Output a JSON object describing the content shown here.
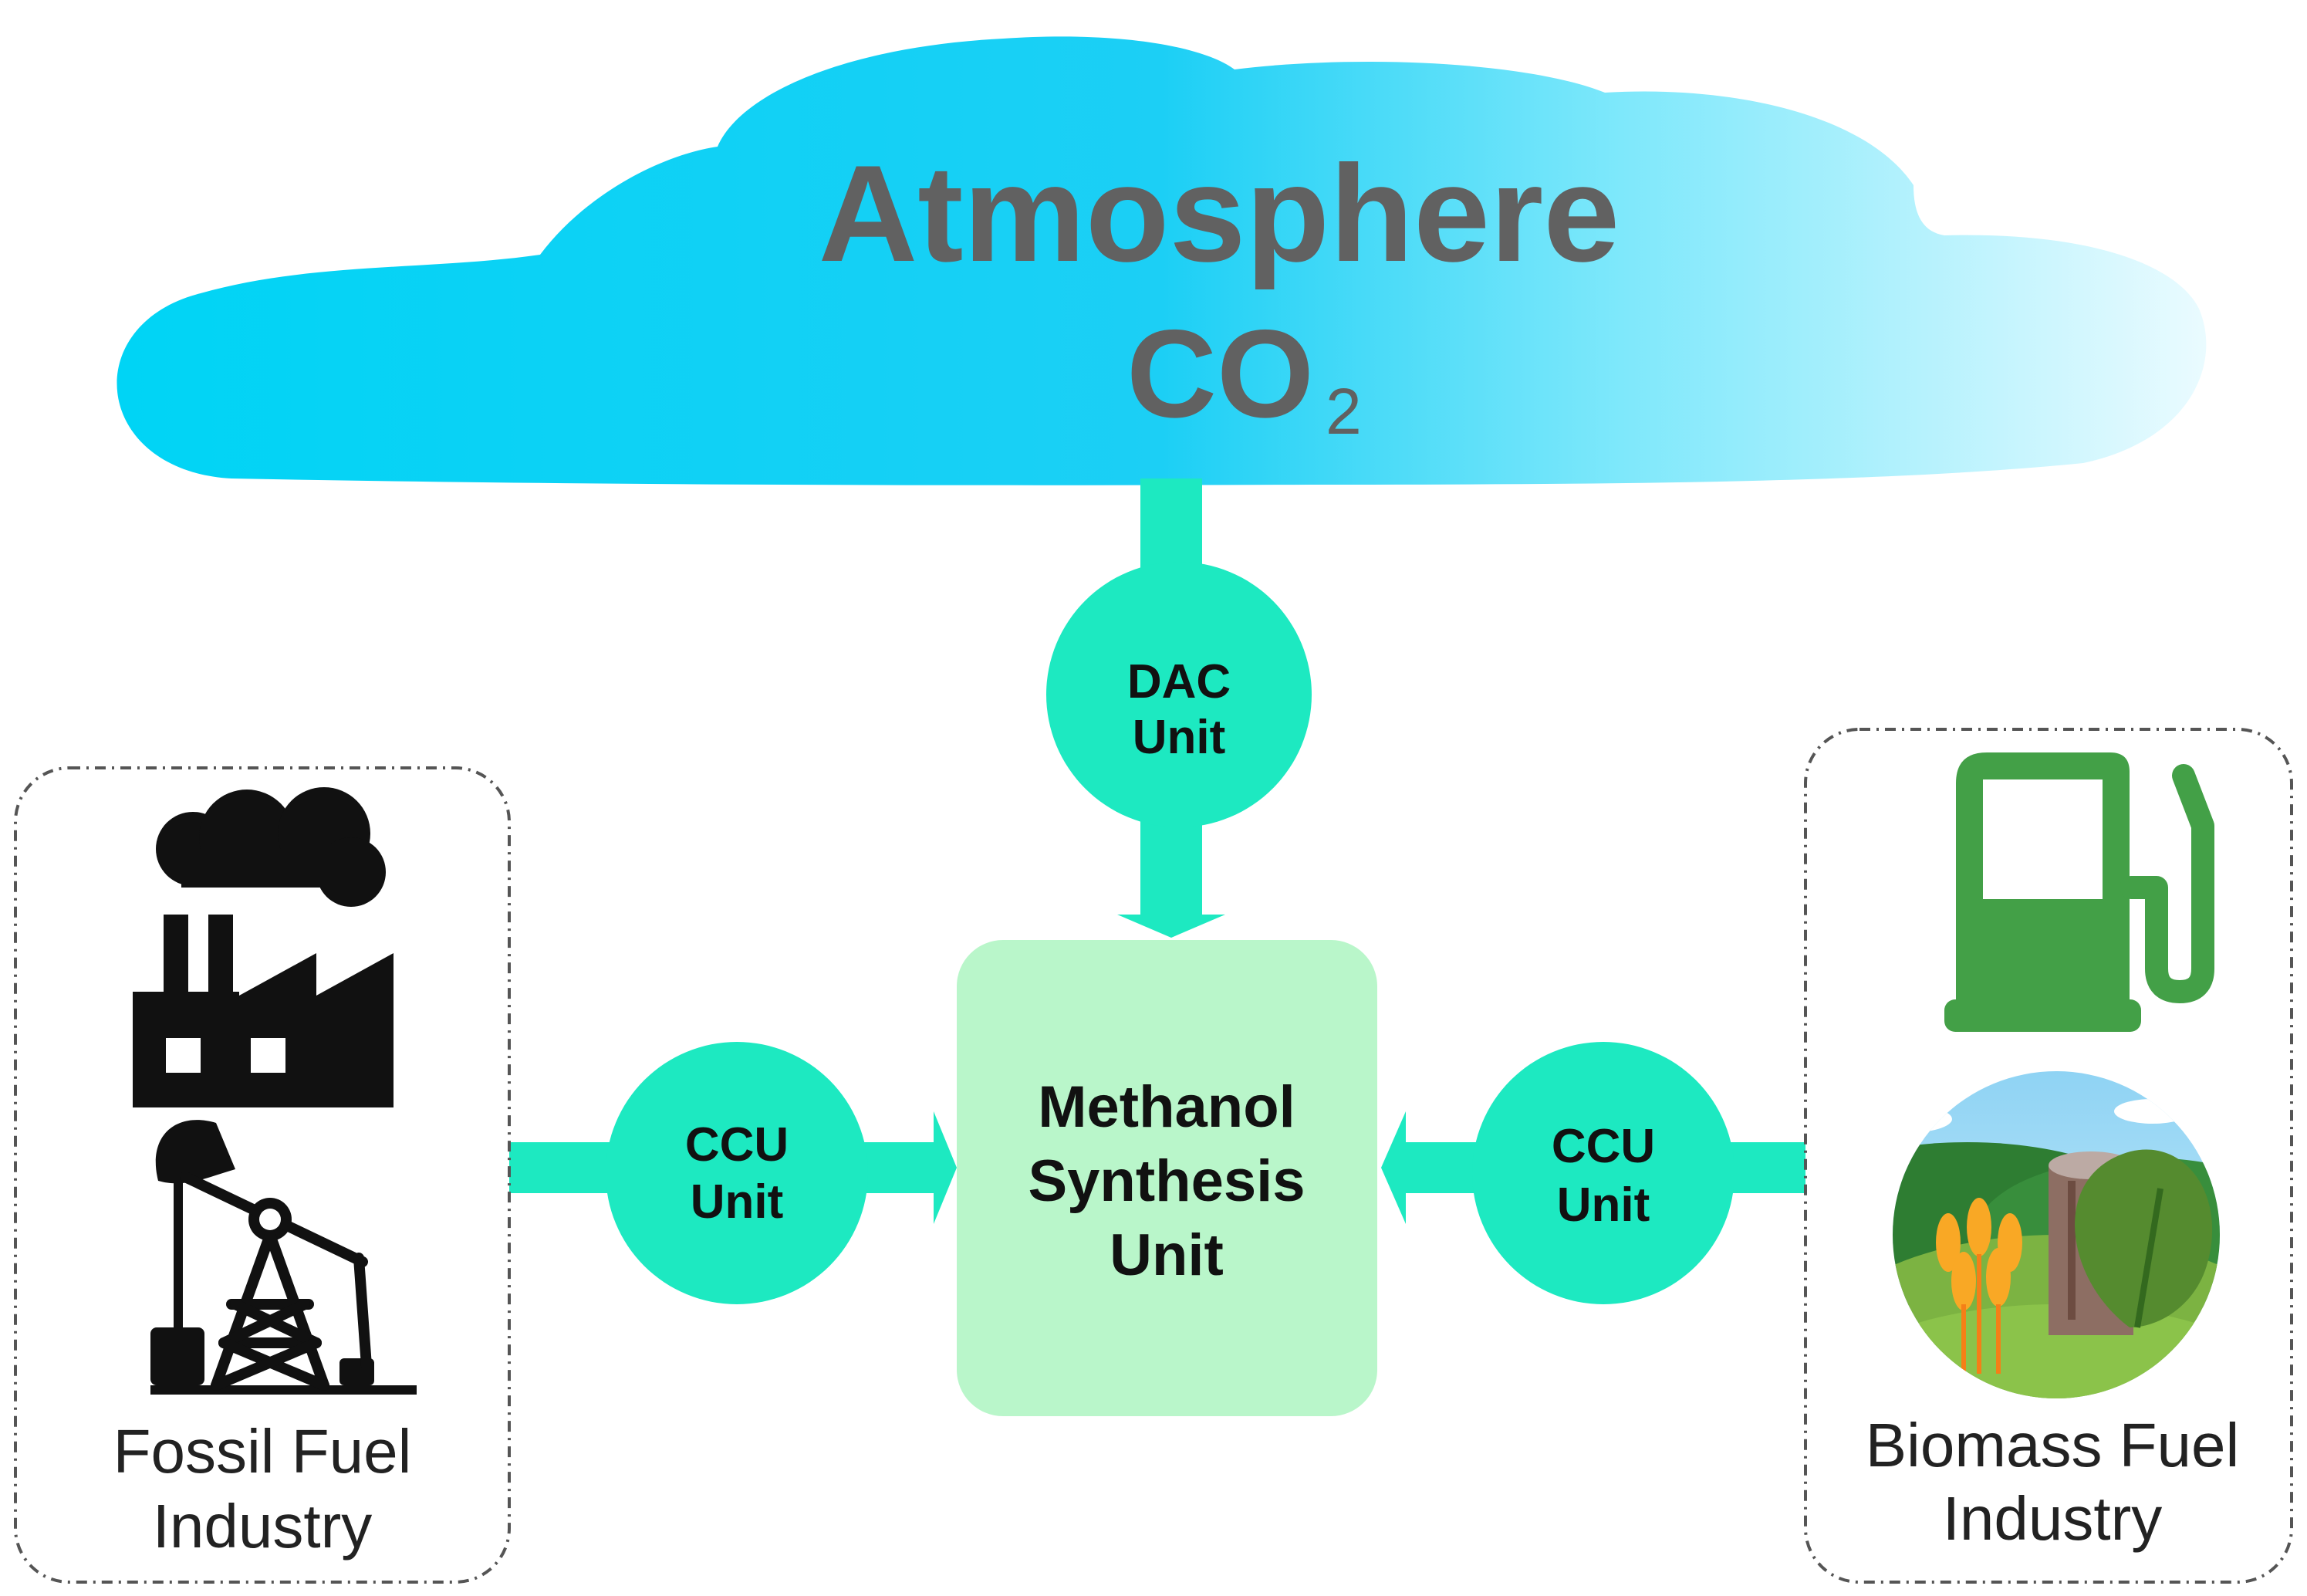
{
  "atmosphere": {
    "title": "Atmosphere",
    "co2_main": "CO",
    "co2_sub": "2"
  },
  "dac_unit": {
    "line1": "DAC",
    "line2": "Unit"
  },
  "ccu_left": {
    "line1": "CCU",
    "line2": "Unit"
  },
  "ccu_right": {
    "line1": "CCU",
    "line2": "Unit"
  },
  "methanol": {
    "line1": "Methanol",
    "line2": "Synthesis",
    "line3": "Unit"
  },
  "fossil": {
    "line1": "Fossil Fuel",
    "line2": "Industry"
  },
  "biomass": {
    "line1": "Biomass Fuel",
    "line2": "Industry"
  },
  "colors": {
    "flow": "#1de9c1",
    "methanol_box": "#b9f6ca",
    "cloud_start": "#00d4f5",
    "cloud_end": "#e0f9ff",
    "pump": "#43a047",
    "factory": "#111111"
  },
  "icons": {
    "factory": "factory-icon",
    "oil_pump": "oil-pumpjack-icon",
    "fuel_pump": "fuel-pump-icon",
    "biomass": "biomass-landscape-icon"
  }
}
